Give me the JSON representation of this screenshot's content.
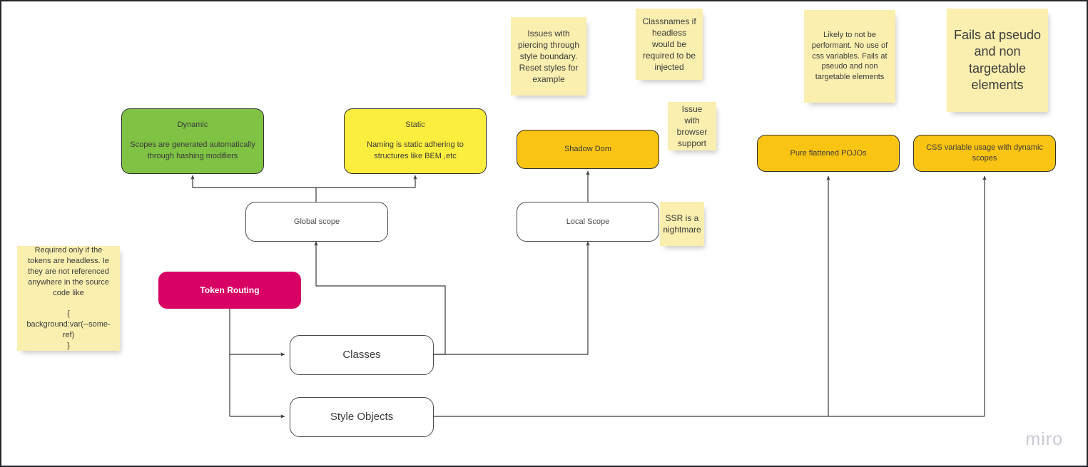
{
  "board": {
    "watermark": "miro",
    "canvas_bg": "#ffffff",
    "border_color": "#23252a"
  },
  "colors": {
    "green": "#7FC244",
    "yellow": "#FCEE3F",
    "orange": "#FAC413",
    "pink": "#D80265",
    "sticky": "#FAEFAF",
    "connector": "#3a3a3a",
    "text": "#3b3b3b",
    "watermark": "#c9c9d6"
  },
  "nodes": {
    "dynamic": {
      "title": "Dynamic",
      "subtitle": "Scopes are generated automatically through hashing modifiers"
    },
    "static": {
      "title": "Static",
      "subtitle": "Naming is static adhering to structures like BEM ,etc"
    },
    "shadow_dom": {
      "title": "Shadow Dom"
    },
    "pure_flattened_pojos": {
      "title": "Pure flattened POJOs"
    },
    "css_variable_usage": {
      "title": "CSS variable usage with dynamic scopes"
    },
    "global_scope": {
      "title": "Global scope"
    },
    "local_scope": {
      "title": "Local Scope"
    },
    "token_routing": {
      "title": "Token Routing"
    },
    "classes": {
      "title": "Classes"
    },
    "style_objects": {
      "title": "Style Objects"
    }
  },
  "stickies": {
    "piercing": "Issues with piercing through style boundary. Reset styles for example",
    "classnames": "Classnames if headless would be required to be injected",
    "browser_support": "Issue with browser support",
    "ssr": "SSR is a nightmare",
    "performant": "Likely to not be performant. No use of css variables. Fails at pseudo and non targetable elements",
    "pseudo": "Fails at pseudo and non targetable elements",
    "tokens_headless": "Required only if the tokens are headless. Ie they are not referenced anywhere in the source code like\n\n{\nbackground:var(--some-ref)\n}"
  },
  "connections": [
    {
      "from": "global_scope",
      "to": "dynamic"
    },
    {
      "from": "global_scope",
      "to": "static"
    },
    {
      "from": "local_scope",
      "to": "shadow_dom"
    },
    {
      "from": "token_routing",
      "to": "global_scope"
    },
    {
      "from": "token_routing",
      "to": "classes"
    },
    {
      "from": "token_routing",
      "to": "style_objects"
    },
    {
      "from": "classes",
      "to": "global_scope"
    },
    {
      "from": "classes",
      "to": "local_scope"
    },
    {
      "from": "style_objects",
      "to": "pure_flattened_pojos"
    },
    {
      "from": "style_objects",
      "to": "css_variable_usage"
    }
  ]
}
